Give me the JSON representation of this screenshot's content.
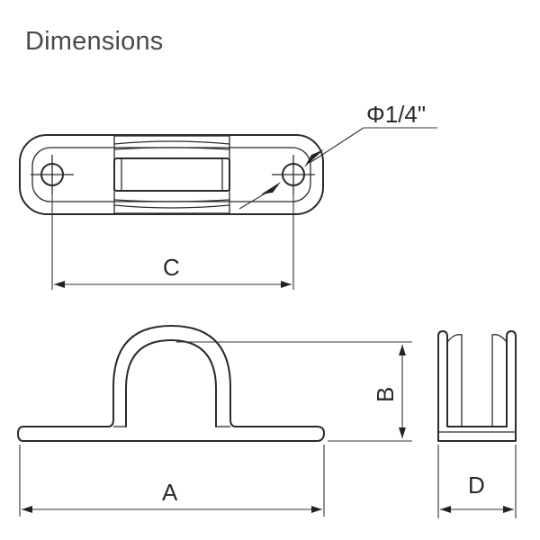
{
  "title": "Dimensions",
  "labels": {
    "hole_diameter": "Φ1/4\"",
    "length_overall": "A",
    "height": "B",
    "hole_spacing": "C",
    "width": "D"
  }
}
